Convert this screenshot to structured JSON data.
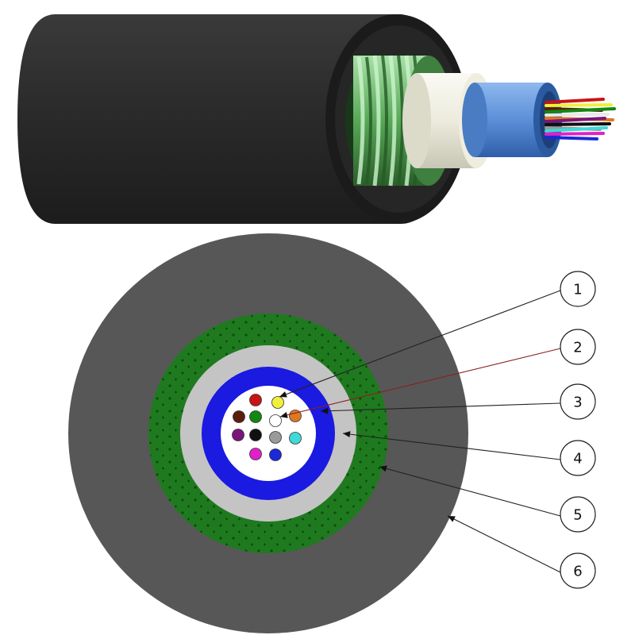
{
  "colors": {
    "jacket": "#575757",
    "jacket_dark": "#2a2a2a",
    "armor_green": "#1f7a1f",
    "armor_highlight": "#7fd07f",
    "tape_gray": "#c4c4c4",
    "tape_cream": "#f2efdf",
    "loose_tube_blue": "#1a1ae0",
    "tube_light_blue": "#5b8fd8",
    "gel_white": "#ffffff",
    "callout_line": "#222222",
    "callout_line_red": "#8a2020"
  },
  "fibers": [
    {
      "color": "#c81414"
    },
    {
      "color": "#f0f03a"
    },
    {
      "color": "#5a1e0a"
    },
    {
      "color": "#118811"
    },
    {
      "color": "#ffffff"
    },
    {
      "color": "#e07820"
    },
    {
      "color": "#7a167a"
    },
    {
      "color": "#101010"
    },
    {
      "color": "#9a9a9a"
    },
    {
      "color": "#40d8d8"
    },
    {
      "color": "#e020c8"
    },
    {
      "color": "#1a2ad8"
    }
  ],
  "callouts": [
    {
      "label": "1",
      "color": "#222222"
    },
    {
      "label": "2",
      "color": "#8a2020"
    },
    {
      "label": "3",
      "color": "#222222"
    },
    {
      "label": "4",
      "color": "#222222"
    },
    {
      "label": "5",
      "color": "#222222"
    },
    {
      "label": "6",
      "color": "#222222"
    }
  ]
}
